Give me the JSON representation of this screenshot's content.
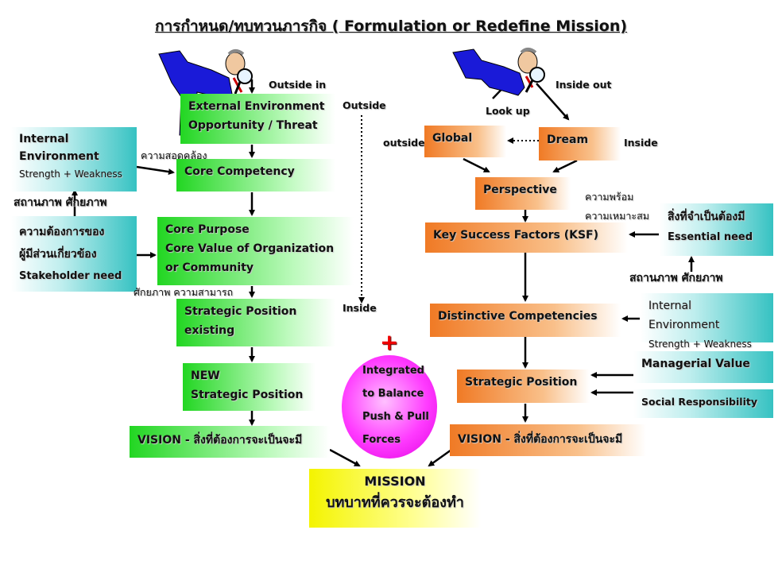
{
  "title": "การกำหนด/ทบทวนภารกิจ ( Formulation or Redefine Mission)",
  "left": {
    "outside_in": "Outside in",
    "outside": "Outside",
    "inside": "Inside",
    "external_env": [
      "External Environment",
      "Opportunity / Threat"
    ],
    "internal_env": {
      "line1": "Internal",
      "line2": "Environment",
      "line3": "Strength + Weakness"
    },
    "alignment": "ความสอดคล้อง",
    "core_competency": "Core Competency",
    "status_potential": "สถานภาพ   ศักยภาพ",
    "stakeholder": [
      "ความต้องการของ",
      "ผู้มีส่วนเกี่ยวข้อง",
      "Stakeholder need"
    ],
    "core_purpose": [
      "Core Purpose",
      "Core Value of Organization",
      "or Community"
    ],
    "potential_capability": "ศักยภาพ ความสามารถ",
    "strategic_existing": [
      "Strategic Position",
      "existing"
    ],
    "new_strategic": [
      "NEW",
      "Strategic Position"
    ],
    "vision": "VISION - สิ่งที่ต้องการจะเป็นจะมี"
  },
  "center": {
    "plus": "+",
    "integrated": [
      "Integrated",
      "to Balance",
      "Push & Pull",
      "Forces"
    ],
    "mission_title": "MISSION",
    "mission_sub": "บทบาทที่ควรจะต้องทำ"
  },
  "right": {
    "inside_out": "Inside out",
    "look_up": "Look up",
    "outside": "outside",
    "global": "Global",
    "dream": "Dream",
    "inside": "Inside",
    "perspective": "Perspective",
    "readiness": [
      "ความพร้อม",
      "ความเหมาะสม"
    ],
    "essential": [
      "สิ่งที่จำเป็นต้องมี",
      "Essential need"
    ],
    "ksf": "Key Success Factors (KSF)",
    "status_potential": "สถานภาพ   ศักยภาพ",
    "internal_env": [
      "Internal Environment",
      "Strength + Weakness"
    ],
    "distinctive": "Distinctive Competencies",
    "managerial": "Managerial Value",
    "social": "Social  Responsibility",
    "strategic": "Strategic Position",
    "vision": "VISION - สิ่งที่ต้องการจะเป็นจะมี"
  },
  "colors": {
    "green": "#22d622",
    "teal": "#36c2c2",
    "orange": "#f07a25",
    "yellow": "#f4f400",
    "magenta": "#ff3bff",
    "figure_blue": "#1a1ad8"
  }
}
